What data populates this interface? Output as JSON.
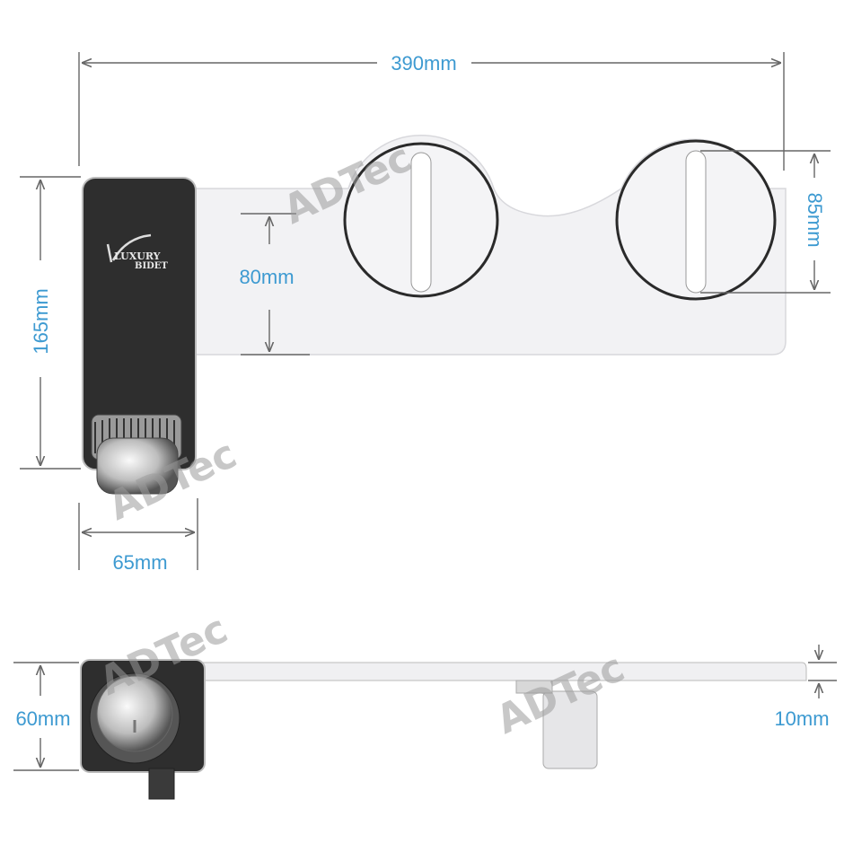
{
  "product": {
    "brand_logo": {
      "line1": "LUXURY",
      "line2": "BIDET"
    },
    "watermark": "ADTec"
  },
  "top_view": {
    "dimensions": {
      "overall_length": "390mm",
      "overall_width": "165mm",
      "plate_width": "80mm",
      "slot_span": "85mm",
      "control_width": "65mm"
    }
  },
  "side_view": {
    "dimensions": {
      "control_height": "60mm",
      "plate_thickness": "10mm"
    }
  },
  "colors": {
    "dimension_text": "#3d9ad1",
    "body": "#2e2e2e",
    "plate": "#f2f2f4"
  }
}
